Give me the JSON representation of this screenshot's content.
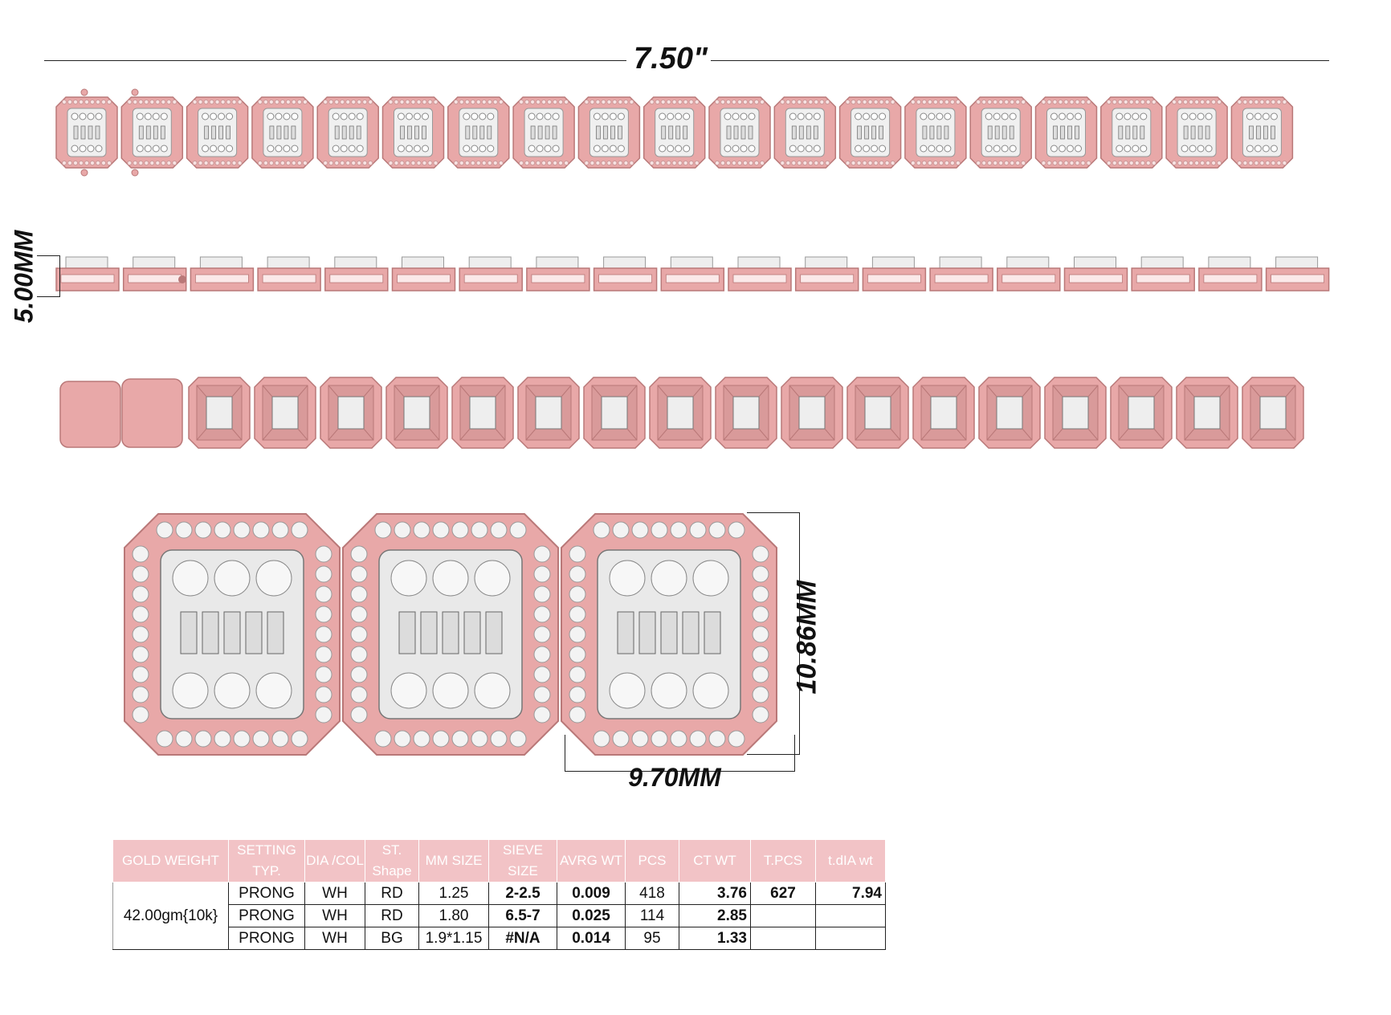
{
  "dimensions": {
    "length": "7.50\"",
    "height": "5.00MM",
    "width": "9.70MM",
    "depth": "10.86MM"
  },
  "spec_table": {
    "headers": [
      "GOLD WEIGHT",
      "SETTING TYP.",
      "DIA /COL",
      "ST. Shape",
      "MM SIZE",
      "SIEVE SIZE",
      "AVRG WT",
      "PCS",
      "CT WT",
      "T.PCS",
      "t.dIA wt"
    ],
    "gold_weight": "42.00gm{10k}",
    "rows": [
      {
        "setting": "PRONG",
        "col": "WH",
        "shape": "RD",
        "mm": "1.25",
        "sieve": "2-2.5",
        "avg": "0.009",
        "pcs": "418",
        "ct": "3.76",
        "tpcs": "627",
        "tdia": "7.94"
      },
      {
        "setting": "PRONG",
        "col": "WH",
        "shape": "RD",
        "mm": "1.80",
        "sieve": "6.5-7",
        "avg": "0.025",
        "pcs": "114",
        "ct": "2.85",
        "tpcs": "",
        "tdia": ""
      },
      {
        "setting": "PRONG",
        "col": "WH",
        "shape": "BG",
        "mm": "1.9*1.15",
        "sieve": "#N/A",
        "avg": "0.014",
        "pcs": "95",
        "ct": "1.33",
        "tpcs": "",
        "tdia": ""
      }
    ]
  },
  "colors": {
    "metal": "#e8a8a8",
    "metal_dark": "#b97878",
    "stone": "#f0f0f0",
    "header_bg": "#f2c3c6"
  }
}
